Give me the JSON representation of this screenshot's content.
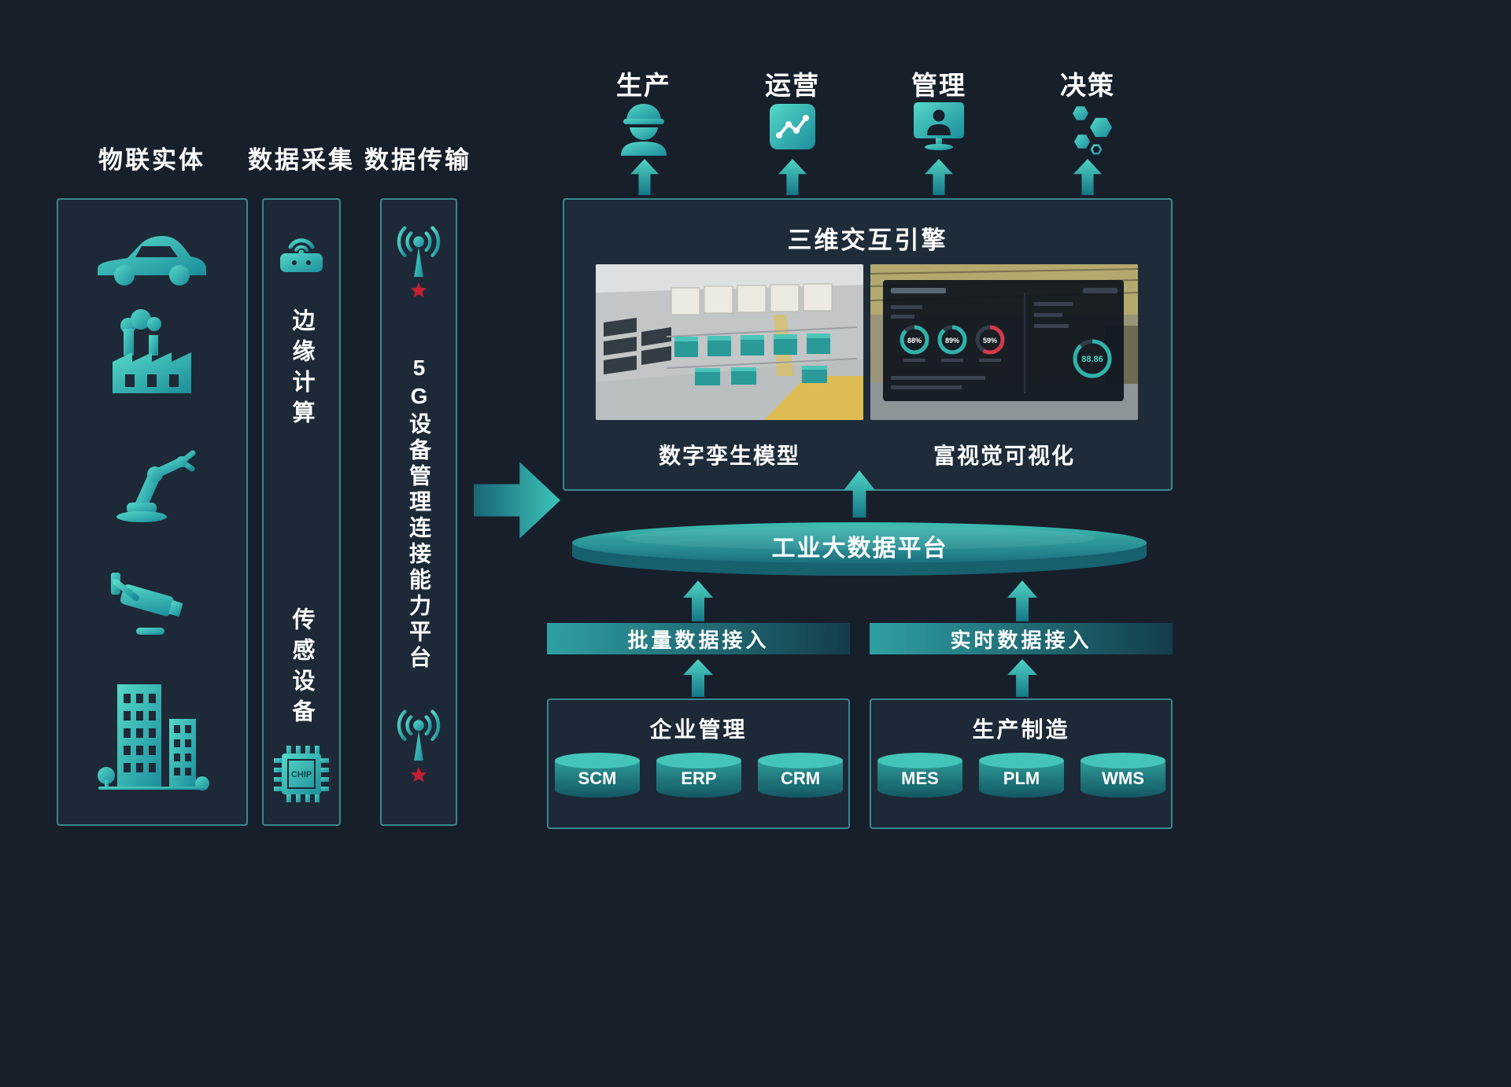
{
  "palette": {
    "background": "#171f2b",
    "panel": "#1d2937",
    "teal": "#2fb0ab",
    "teal_light": "#4ed2c4",
    "teal_dark": "#156676",
    "red_star": "#c41f33",
    "text": "#ffffff"
  },
  "columns": {
    "iot": {
      "title": "物联实体"
    },
    "collection": {
      "title": "数据采集",
      "edge_label": "边缘计算",
      "sensor_label": "传感设备",
      "chip_text": "CHIP"
    },
    "transmission": {
      "title": "数据传输",
      "platform_label": "5G设备管理连接能力平台"
    }
  },
  "outputs": [
    {
      "label": "生产"
    },
    {
      "label": "运营"
    },
    {
      "label": "管理"
    },
    {
      "label": "决策"
    }
  ],
  "engine": {
    "title": "三维交互引擎",
    "left_caption": "数字孪生模型",
    "right_caption": "富视觉可视化",
    "dashboard": {
      "gauge1": "88%",
      "gauge2": "89%",
      "gauge3": "59%",
      "big_value": "88.86"
    }
  },
  "platform_label": "工业大数据平台",
  "ingest": {
    "batch_label": "批量数据接入",
    "realtime_label": "实时数据接入"
  },
  "sources": {
    "enterprise": {
      "title": "企业管理",
      "systems": [
        "SCM",
        "ERP",
        "CRM"
      ]
    },
    "manufacturing": {
      "title": "生产制造",
      "systems": [
        "MES",
        "PLM",
        "WMS"
      ]
    }
  }
}
